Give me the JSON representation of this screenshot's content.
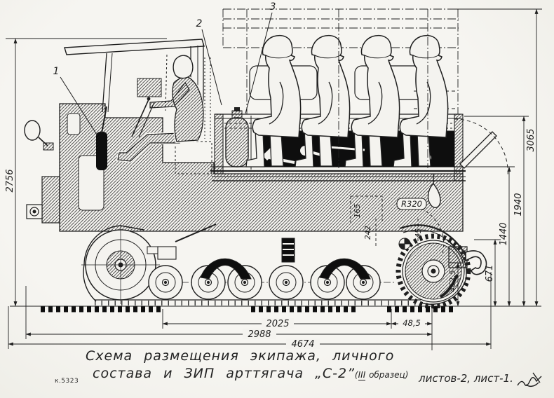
{
  "caption": {
    "line1": "Схема  размещения  экипажа,  личного",
    "line2": "состава  и  ЗИП  арттягача „С-2”",
    "variant": {
      "open": "(",
      "numeral": "III",
      "word": "образец",
      "close": ")"
    }
  },
  "doc_code": "к.5323",
  "sheet_note": "листов-2, лист-1.",
  "callouts": {
    "c1": "1",
    "c2": "2",
    "c3": "3"
  },
  "dims": {
    "height_overall_cab": "2756",
    "height_overall": "3065",
    "height_board": "1940",
    "height_floor": "1440",
    "height_hook_upper": "671",
    "height_hook": "462,5",
    "length_bogie": "2025",
    "length_rear": "48,5",
    "length_track": "2988",
    "length_overall": "4674",
    "hook_radius": "R320",
    "detail_165": "165",
    "detail_242": "242",
    "detail_45": "45"
  },
  "colors": {
    "paper": "#f4f3ef",
    "ink": "#1f1f1f"
  }
}
